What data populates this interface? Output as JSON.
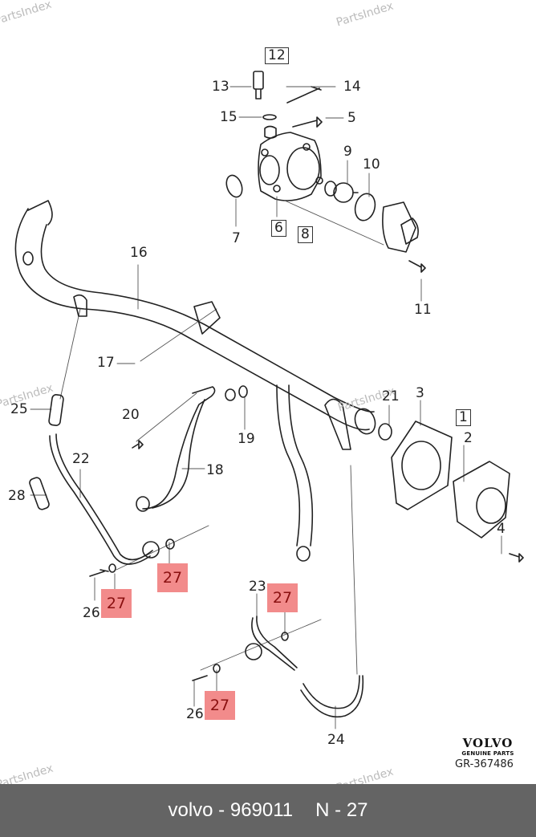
{
  "watermark": "PartsIndex",
  "diagram": {
    "callouts": [
      {
        "id": "12",
        "boxed": true
      },
      {
        "id": "13"
      },
      {
        "id": "14"
      },
      {
        "id": "15"
      },
      {
        "id": "5"
      },
      {
        "id": "9"
      },
      {
        "id": "10"
      },
      {
        "id": "7"
      },
      {
        "id": "6",
        "boxed": true
      },
      {
        "id": "8",
        "boxed": true
      },
      {
        "id": "11"
      },
      {
        "id": "16"
      },
      {
        "id": "17"
      },
      {
        "id": "25"
      },
      {
        "id": "20"
      },
      {
        "id": "19"
      },
      {
        "id": "21"
      },
      {
        "id": "3"
      },
      {
        "id": "1",
        "boxed": true
      },
      {
        "id": "2"
      },
      {
        "id": "22"
      },
      {
        "id": "18"
      },
      {
        "id": "28"
      },
      {
        "id": "4"
      },
      {
        "id": "26"
      },
      {
        "id": "23"
      },
      {
        "id": "26"
      },
      {
        "id": "24"
      }
    ],
    "highlighted_label": "27",
    "highlight_color": "#f28b8b",
    "brand_logo": "VOLVO",
    "brand_sub": "GENUINE PARTS",
    "diagram_number": "GR-367486"
  },
  "footer": {
    "brand_part": "volvo - 969011",
    "position": "N - 27",
    "background": "#646464"
  }
}
